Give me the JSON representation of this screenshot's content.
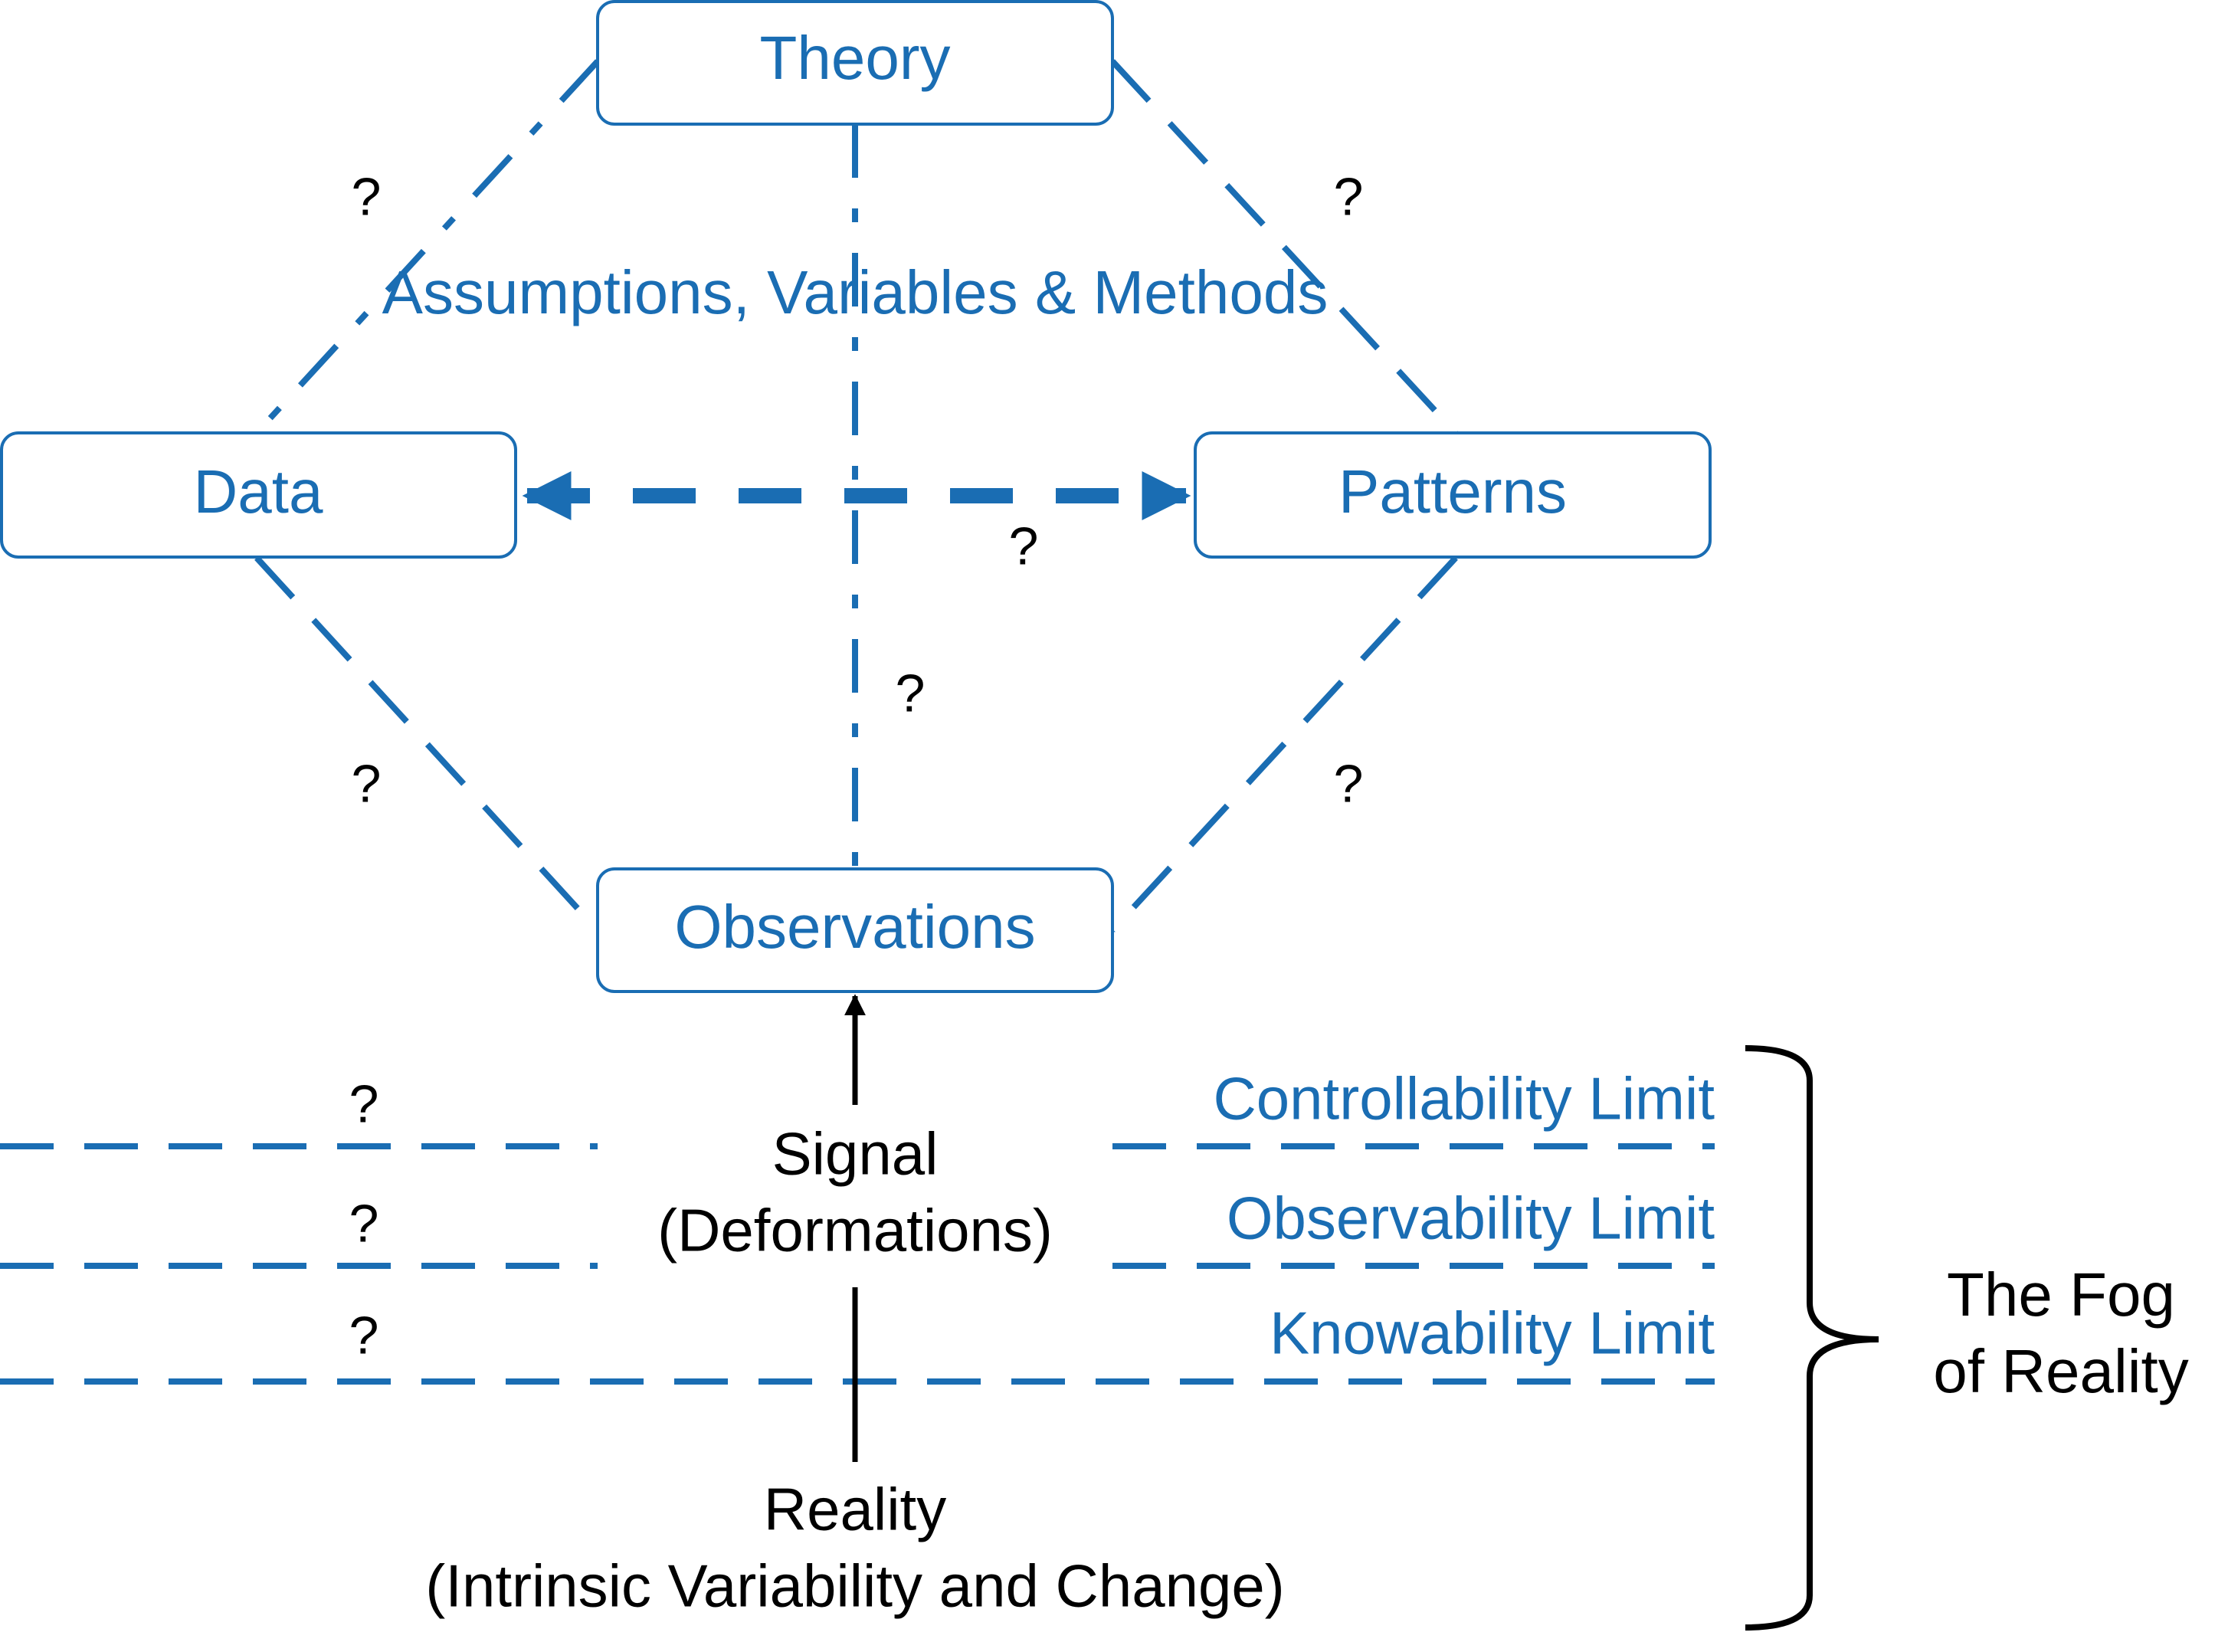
{
  "nodes": {
    "theory": "Theory",
    "data": "Data",
    "patterns": "Patterns",
    "observations": "Observations"
  },
  "center_label": "Assumptions, Variables & Methods",
  "question_mark": "?",
  "signal": {
    "line1": "Signal",
    "line2": "(Deformations)"
  },
  "reality": {
    "line1": "Reality",
    "line2": "(Intrinsic Variability and Change)"
  },
  "limits": {
    "controllability": "Controllability Limit",
    "observability": "Observability Limit",
    "knowability": "Knowability Limit"
  },
  "fog": {
    "line1": "The Fog",
    "line2": "of Reality"
  },
  "colors": {
    "accent_blue": "#1a6db3",
    "text_black": "#000000"
  }
}
